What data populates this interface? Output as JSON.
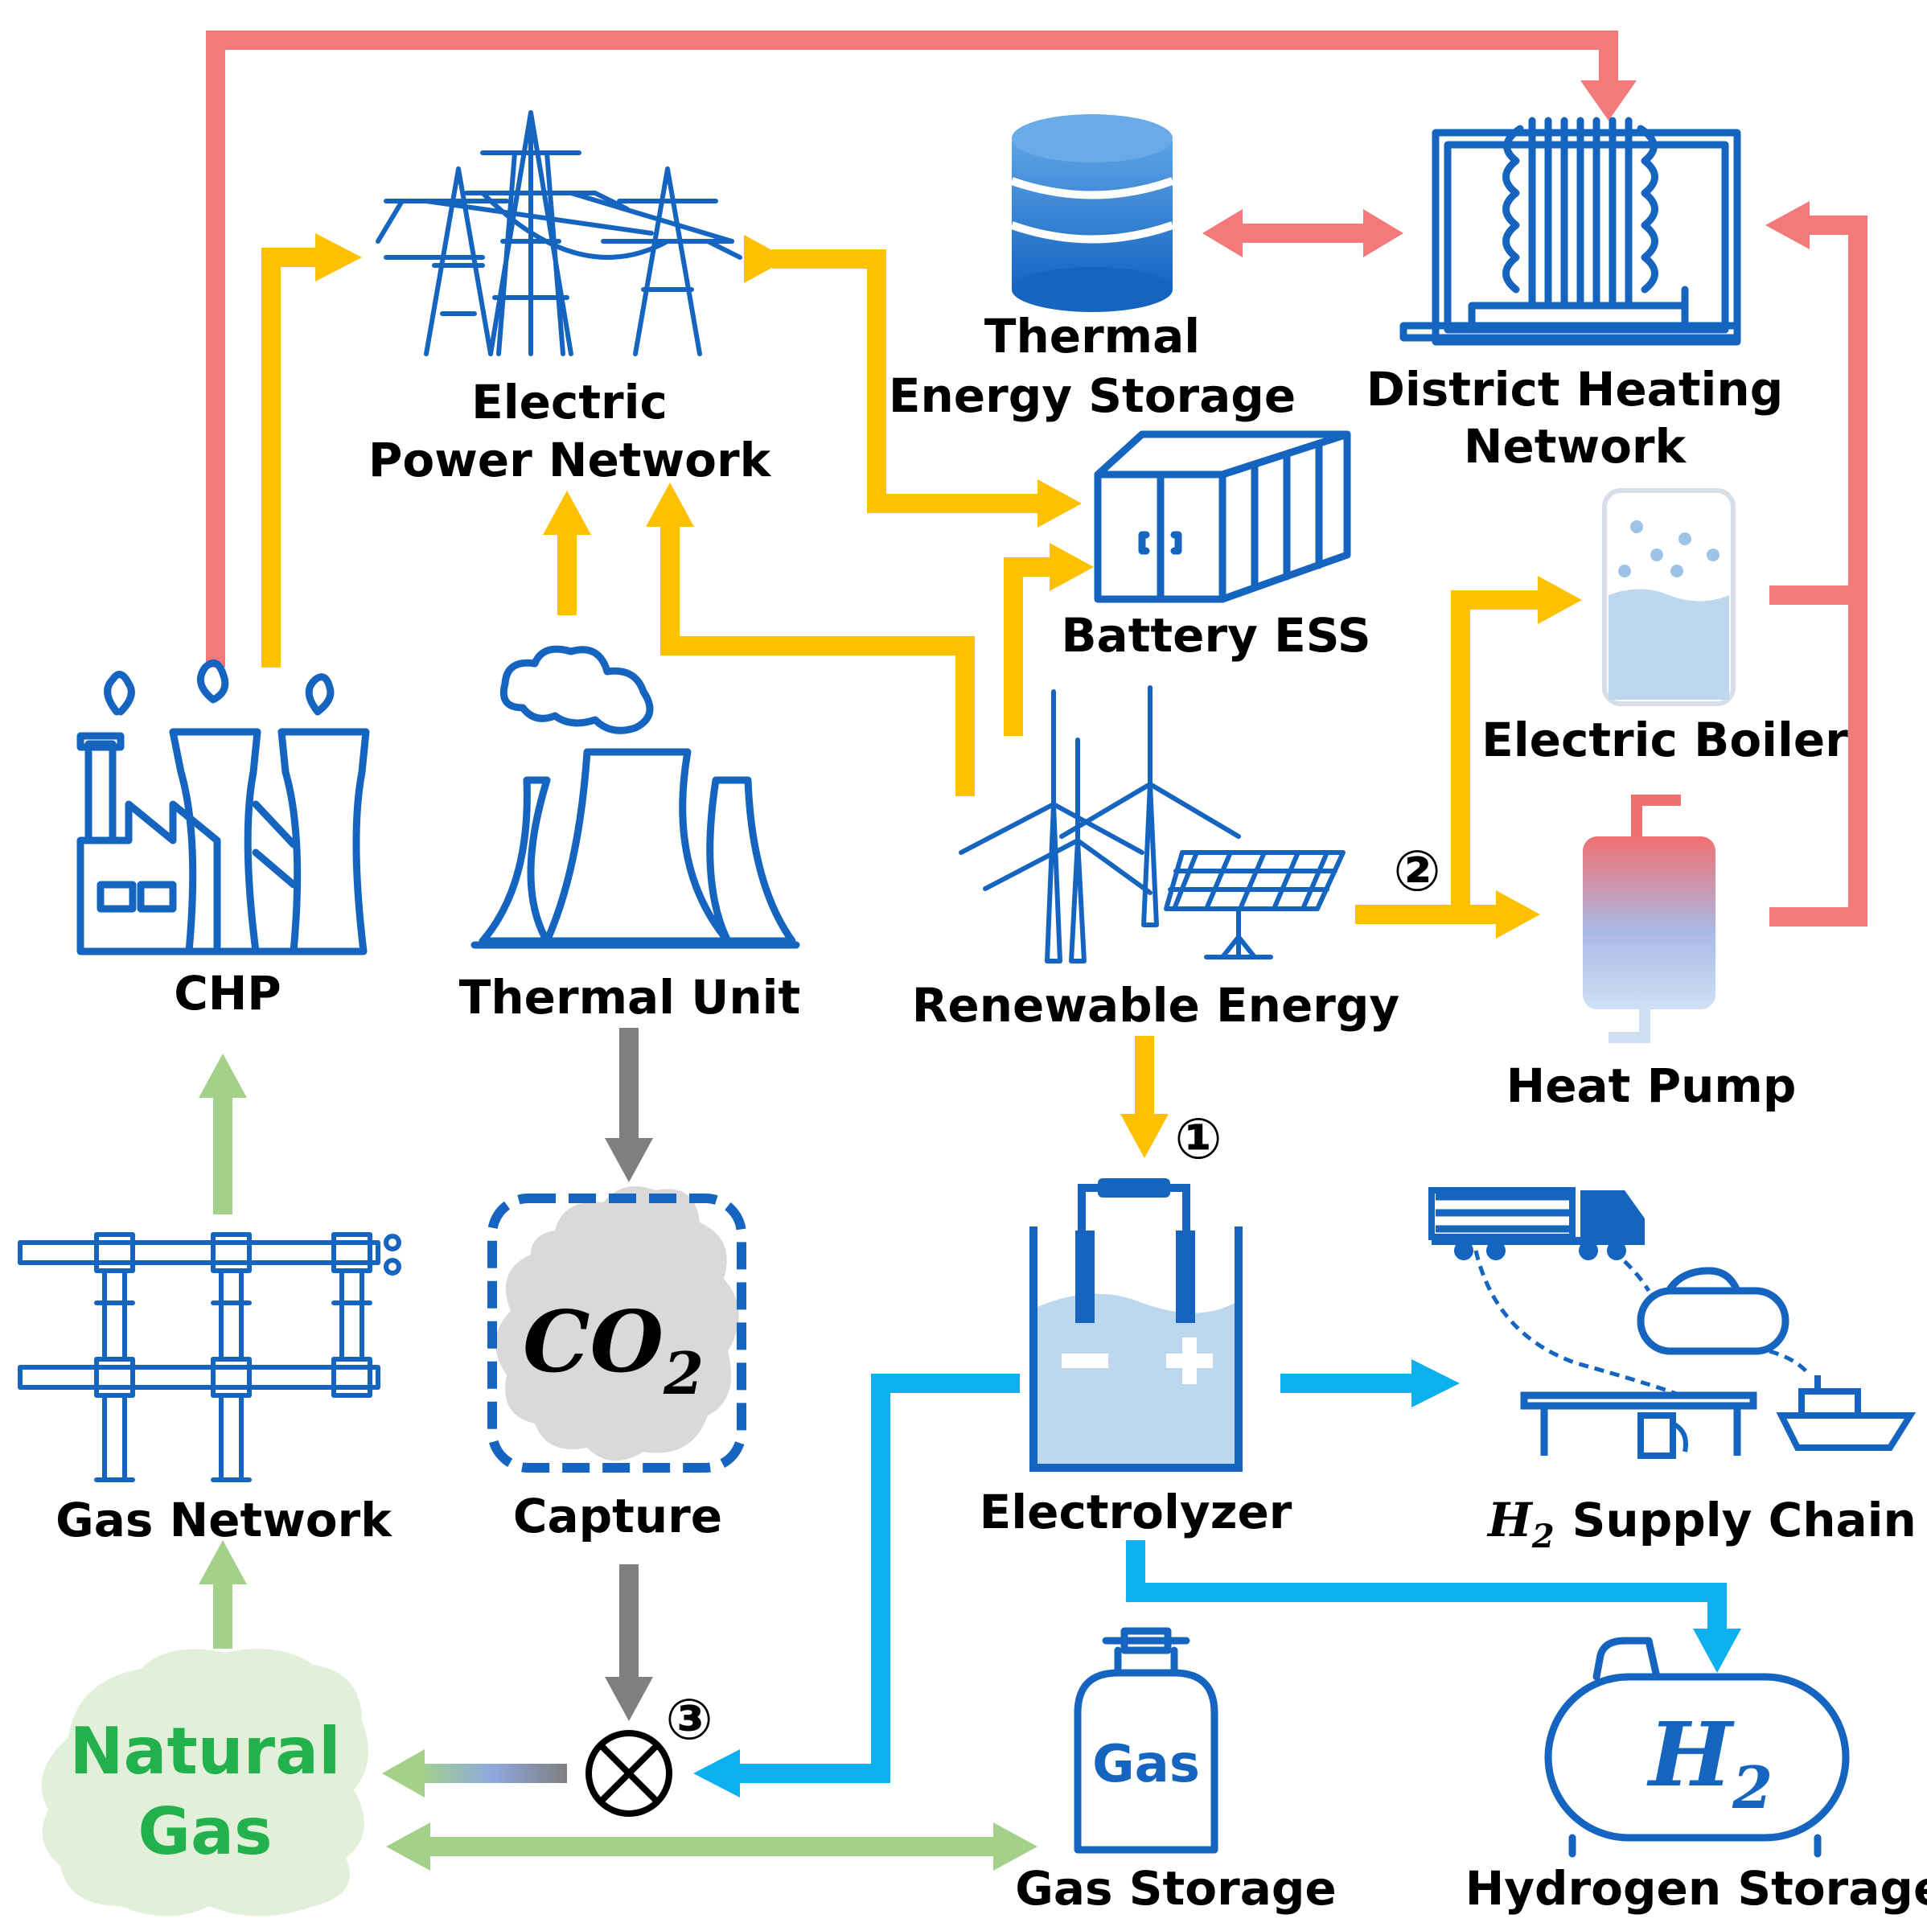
{
  "colors": {
    "electric": "#ffc000",
    "heat": "#f4797a",
    "hydrogen": "#0cb0ef",
    "gas": "#a3d18a",
    "carbon": "#7f7f7f",
    "icon": "#1565c0",
    "natural_gas_text": "#22b14c",
    "cloud": "#d9d9d9",
    "gas_cloud": "#e2f0d9"
  },
  "nodes": {
    "electric_network": {
      "line1": "Electric",
      "line2": "Power Network",
      "icon": "transmission-tower-icon"
    },
    "thermal_storage": {
      "line1": "Thermal",
      "line2": "Energy Storage",
      "icon": "database-cylinder-icon"
    },
    "district_heating": {
      "line1": "District Heating",
      "line2": "Network",
      "icon": "heat-exchanger-icon"
    },
    "battery_ess": {
      "label": "Battery ESS",
      "icon": "battery-container-icon"
    },
    "electric_boiler": {
      "label": "Electric Boiler",
      "icon": "boiler-tank-icon"
    },
    "heat_pump": {
      "label": "Heat Pump",
      "icon": "heat-pump-tank-icon"
    },
    "chp": {
      "label": "CHP",
      "icon": "factory-icon"
    },
    "thermal_unit": {
      "label": "Thermal Unit",
      "icon": "cooling-tower-icon"
    },
    "renewable": {
      "label": "Renewable Energy",
      "icon": "wind-solar-icon"
    },
    "gas_network": {
      "label": "Gas Network",
      "icon": "pipe-network-icon"
    },
    "capture": {
      "label": "Capture",
      "co2": "CO",
      "co2_sub": "2",
      "icon": "co2-cloud-icon"
    },
    "electrolyzer": {
      "label": "Electrolyzer",
      "minus": "−",
      "plus": "+",
      "icon": "electrolyzer-icon"
    },
    "h2_supply": {
      "h": "H",
      "sub": "2",
      "label": "Supply Chain",
      "icon": "truck-ship-icon"
    },
    "natural_gas": {
      "line1": "Natural",
      "line2": "Gas"
    },
    "gas_storage": {
      "label": "Gas Storage",
      "inner": "Gas",
      "icon": "gas-cylinder-icon"
    },
    "hydrogen_storage": {
      "label": "Hydrogen Storage",
      "inner_h": "H",
      "inner_sub": "2",
      "icon": "hydrogen-tank-icon"
    }
  },
  "markers": {
    "m1": "①",
    "m2": "②",
    "m3": "③"
  }
}
